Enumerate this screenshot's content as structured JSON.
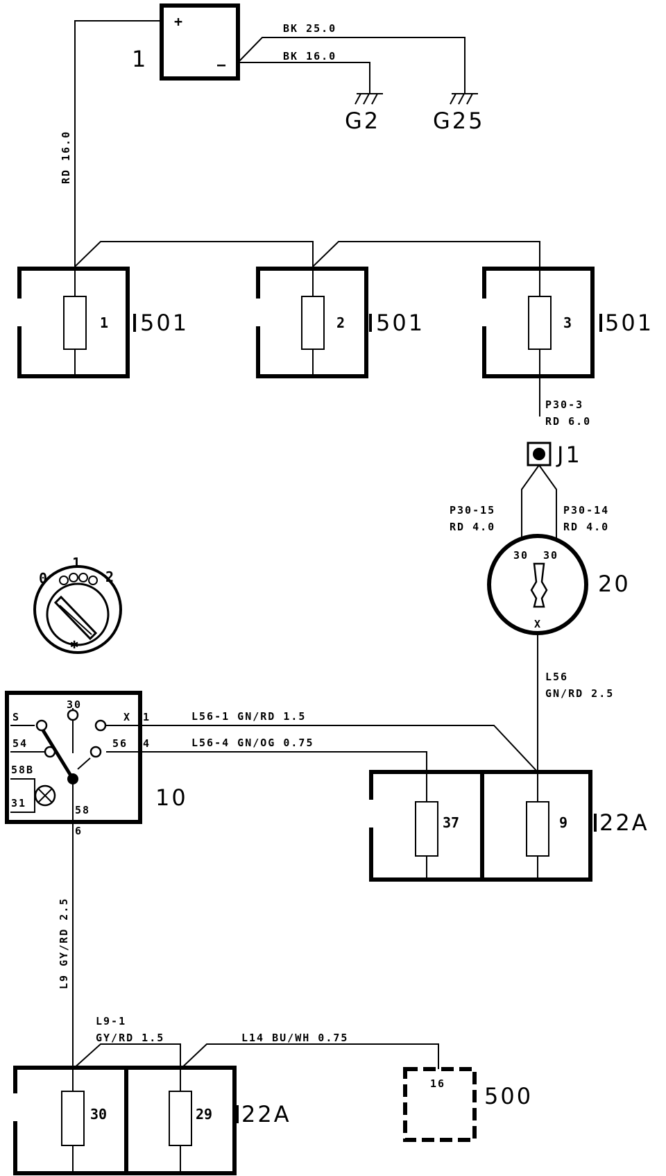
{
  "battery": {
    "ref": "1",
    "plus": "+",
    "minus": "–"
  },
  "grounds": [
    {
      "label": "G2"
    },
    {
      "label": "G25"
    }
  ],
  "wires": {
    "bk25": "BK 25.0",
    "bk16": "BK 16.0",
    "rd16": "RD 16.0",
    "p30_3": "P30-3",
    "p30_3b": "RD 6.0",
    "p30_15": "P30-15",
    "p30_15b": "RD 4.0",
    "p30_14": "P30-14",
    "p30_14b": "RD 4.0",
    "l56": "L56",
    "l56b": "GN/RD 2.5",
    "l56_1": "L56-1 GN/RD 1.5",
    "l56_4": "L56-4 GN/OG 0.75",
    "l9": "L9 GY/RD 2.5",
    "l9_1": "L9-1",
    "l9_1b": "GY/RD 1.5",
    "l14": "L14 BU/WH 0.75"
  },
  "fuses_top": [
    {
      "num": "1",
      "box": "501"
    },
    {
      "num": "2",
      "box": "501"
    },
    {
      "num": "3",
      "box": "501"
    }
  ],
  "junction": {
    "label": "J1"
  },
  "ignition": {
    "ref": "20",
    "pin_a": "30",
    "pin_b": "30",
    "pin_x": "X"
  },
  "knob": {
    "pos0": "0",
    "pos1": "1",
    "pos2": "2",
    "sym": "✱"
  },
  "switch": {
    "ref": "10",
    "pins": {
      "s": "S",
      "p30": "30",
      "x": "X",
      "p1": "1",
      "p54": "54",
      "p56": "56",
      "p4": "4",
      "p58b": "58B",
      "p31": "31",
      "p58": "58",
      "p6": "6"
    }
  },
  "fusebox_mid": {
    "f1": "37",
    "f2": "9",
    "box": "22A"
  },
  "fusebox_bot": {
    "f1": "30",
    "f2": "29",
    "box": "22A"
  },
  "module500": {
    "pin": "16",
    "ref": "500"
  }
}
